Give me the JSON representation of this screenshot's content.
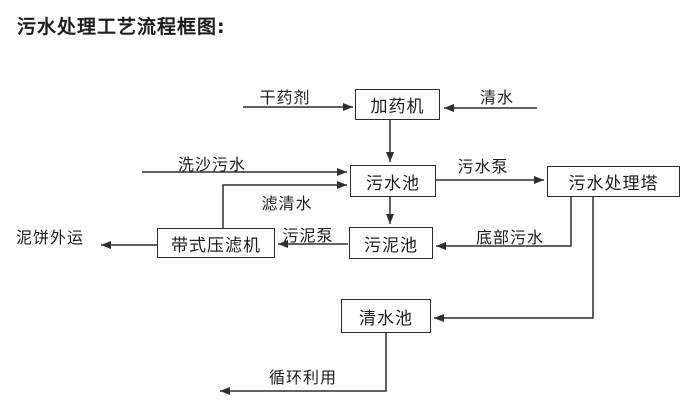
{
  "title": "污水处理工艺流程框图:",
  "nodes": {
    "dosing_machine": "加药机",
    "sewage_pool": "污水池",
    "treatment_tower": "污水处理塔",
    "sludge_pool": "污泥池",
    "belt_filter_press": "带式压滤机",
    "clean_water_pool": "清水池"
  },
  "edge_labels": {
    "dry_agent": "干药剂",
    "clean_water": "清水",
    "sand_washing_sewage": "洗沙污水",
    "sewage_pump": "污水泵",
    "filtered_water": "滤清水",
    "sludge_pump": "污泥泵",
    "bottom_sewage": "底部污水",
    "mud_cake_out": "泥饼外运",
    "recycle": "循环利用"
  },
  "colors": {
    "background": "#ffffff",
    "line": "#2e2e2e",
    "text": "#1c1c1c"
  }
}
